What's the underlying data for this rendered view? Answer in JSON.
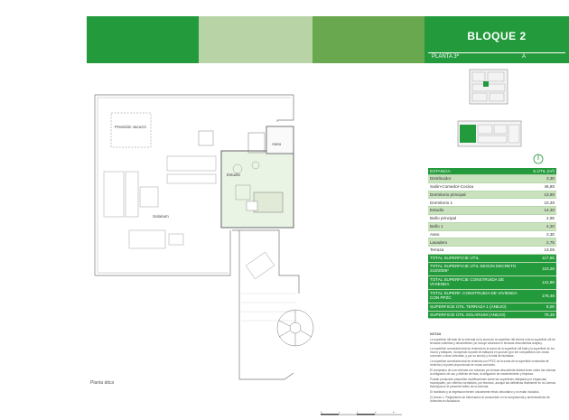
{
  "header": {
    "block_title": "BLOQUE 2",
    "planta_label": "PLANTA 3ª",
    "planta_value": "A",
    "accent": "#239a3b",
    "band_colors": [
      "#239a3b",
      "#b8d4a6",
      "#6aa84f",
      "#239a3b"
    ]
  },
  "plan": {
    "caption": "Planta ática",
    "rooms": {
      "prevision_jacuzzi": "Previsión Jacuzzi",
      "estudio": "Estudio",
      "aseo": "Aseo",
      "solarium": "Solarium"
    }
  },
  "table": {
    "header": {
      "label": "ESTANCIA",
      "value": "S.ÚTIL (m²)"
    },
    "rows": [
      {
        "label": "Distribuidor",
        "value": "3,30"
      },
      {
        "label": "Salón-Comedor-Cocina",
        "value": "46,80"
      },
      {
        "label": "Dormitorio principal",
        "value": "13,90"
      },
      {
        "label": "Dormitorio 1",
        "value": "10,30"
      },
      {
        "label": "Estudio",
        "value": "14,30"
      },
      {
        "label": "Baño principal",
        "value": "4,95"
      },
      {
        "label": "Baño 1",
        "value": "4,20"
      },
      {
        "label": "Aseo",
        "value": "2,30"
      },
      {
        "label": "Lavadero",
        "value": "2,75"
      },
      {
        "label": "Terraza",
        "value": "13,05"
      }
    ],
    "totals": [
      {
        "label": "TOTAL SUPERFICIE ÚTIL",
        "value": "117,65"
      },
      {
        "label": "TOTAL SUPERFICIE ÚTIL SEGÚN DECRETO 218/2005*",
        "value": "110,26"
      },
      {
        "label": "TOTAL SUPERFICIE CONSTRUIDA DE VIVIENDA",
        "value": "141,90"
      },
      {
        "label": "TOTAL SUPERF. CONSTRUIDA DE VIVIENDA CON PPZC",
        "value": "176,48"
      },
      {
        "label": "SUPERFICIE ÚTIL TERRAZA 1 (ANEJO)",
        "value": "8,00"
      },
      {
        "label": "SUPERFICIE ÚTIL SOLARIUM (ANEJO)",
        "value": "75,35"
      }
    ]
  },
  "notes": {
    "title": "NOTAS",
    "paragraphs": [
      "La superficie útil total de la vivienda es la suma de la superficie útil interior más la superficie útil de terrazas cubiertas y descubiertas (no incluye solariums ni terrazas descubiertas anejas).",
      "La superficie construida total de vivienda es la suma de la superficie útil total y la superficie de los muros y tabiques, incluyendo la parte de tabiques en quorum (por ser compartidos con zonas comunes u otras viviendas, y por su ancho) y el total de fachadas.",
      "La superficie construida total de vivienda con PPZC es la suma de la superficie construida de vivienda y la parte proporcional de zonas comunes.",
      "El comprador de una vivienda con solarium y/o terraza descubierta deberá tener sobre las mismas la obligación de uso y disfrute de ésta, la obligación de mantenimiento y limpieza.",
      "Podrán producirse pequeñas modificaciones sobre las superficies reflejadas por exigencias municipales, por criterios normativos, por técnicos, aunque las definitivas finalmente en la Licencia Municipal en el presente folleto de la vivienda.",
      "El mobiliario y la vegetación tienen únicamente efecto decorativo y no están incluidos.",
      "(*) Anexo 1. Reglamento de información al consumidor en la compraventa y arrendamiento de viviendas en Andalucía."
    ]
  },
  "scale_labels": [
    "0",
    "1",
    "2",
    "3",
    "4"
  ]
}
